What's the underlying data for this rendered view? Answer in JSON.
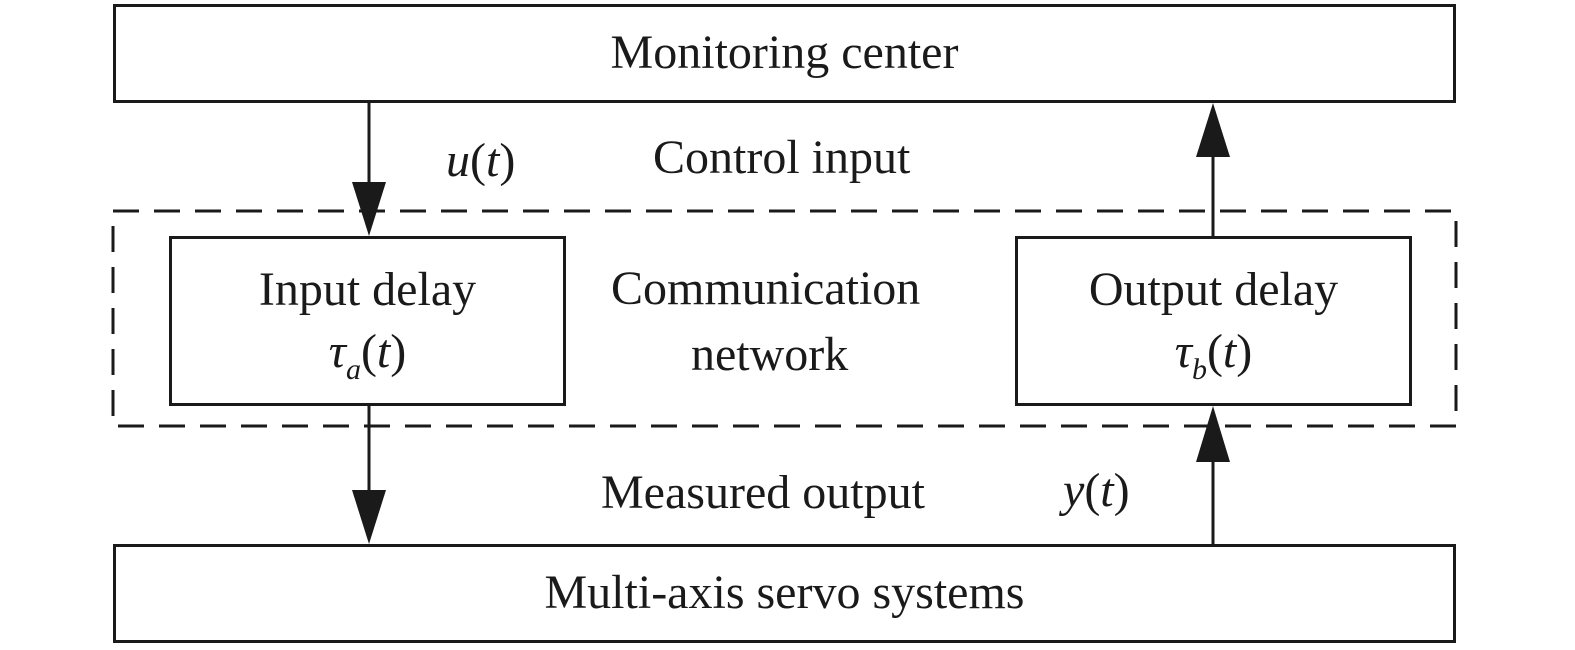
{
  "monitoring_center": {
    "label": "Monitoring center"
  },
  "control_input": {
    "label": "Control input",
    "signal": "u",
    "arg": "t"
  },
  "communication_network": {
    "line1": "Communication",
    "line2": "network"
  },
  "input_delay": {
    "label": "Input delay",
    "symbol": "τ",
    "subscript": "a",
    "arg": "t"
  },
  "output_delay": {
    "label": "Output delay",
    "symbol": "τ",
    "subscript": "b",
    "arg": "t"
  },
  "measured_output": {
    "label": "Measured output",
    "signal": "y",
    "arg": "t"
  },
  "servo_systems": {
    "label": "Multi-axis servo systems"
  }
}
